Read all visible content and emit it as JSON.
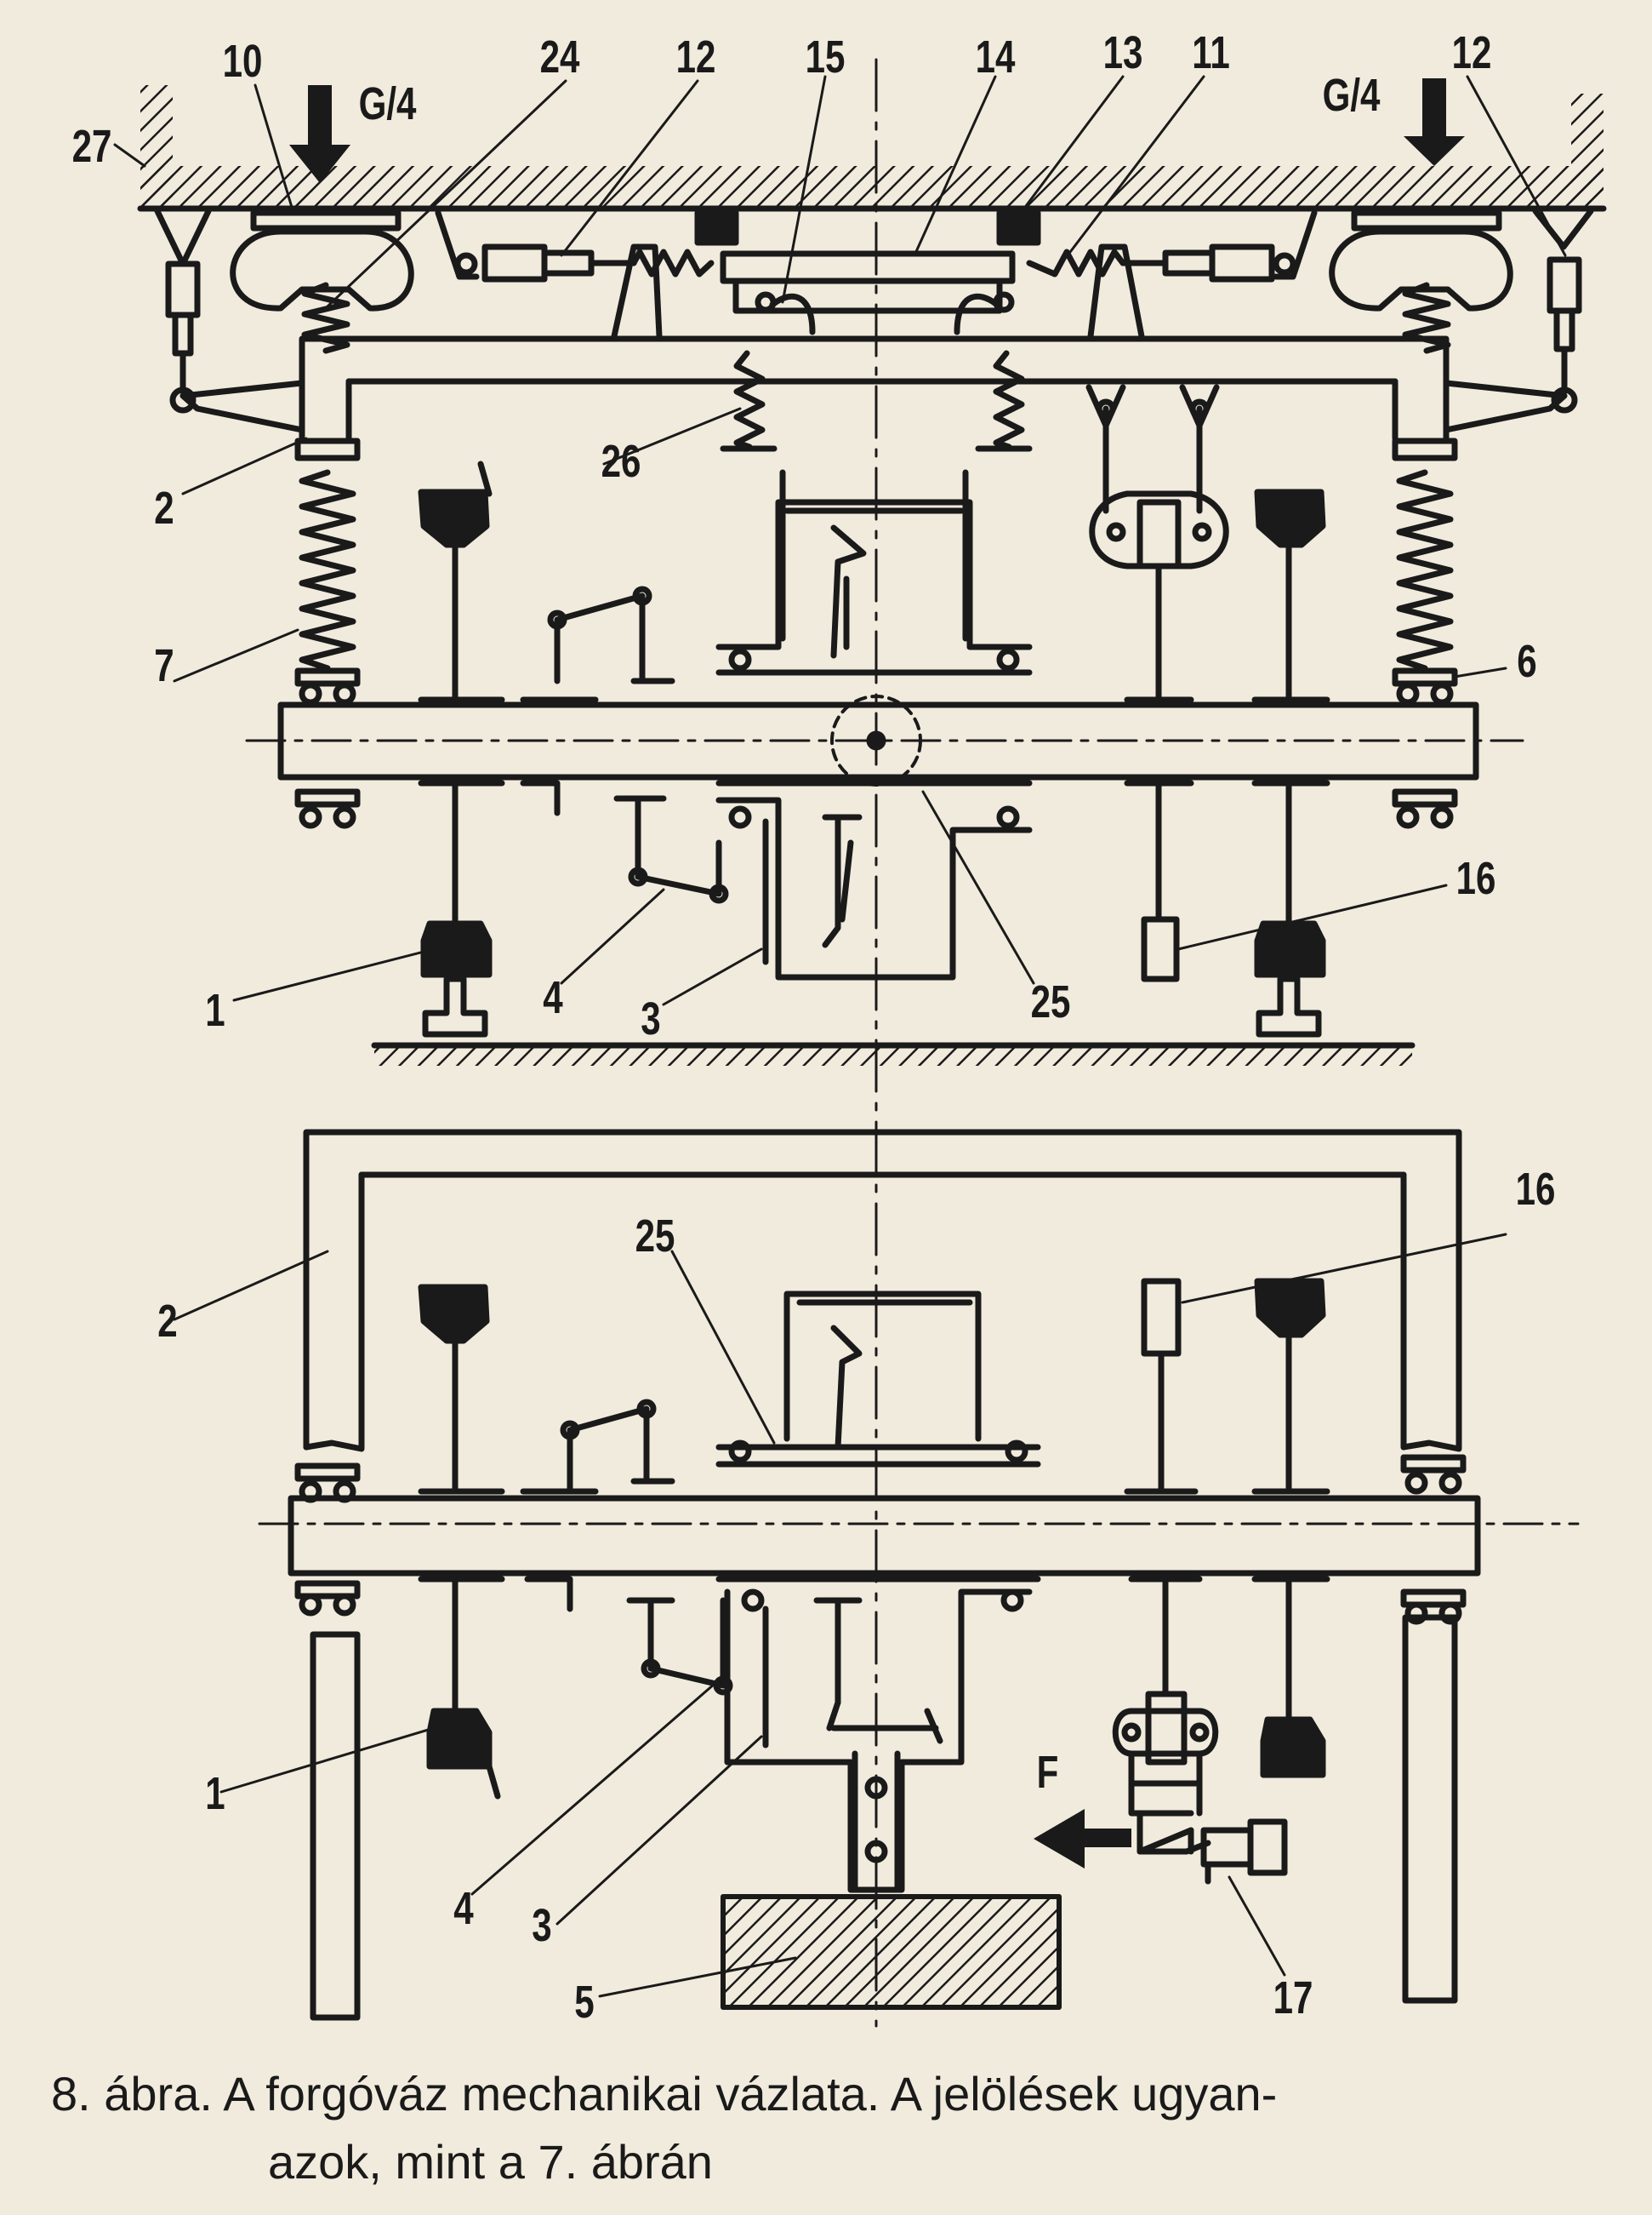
{
  "caption": {
    "line1": "8. ábra. A forgóváz mechanikai vázlata. A jelölések ugyan-",
    "line2": "azok, mint a 7. ábrán"
  },
  "labels": {
    "top": {
      "n10": "10",
      "n24": "24",
      "n12a": "12",
      "n15": "15",
      "n14": "14",
      "n13": "13",
      "n11": "11",
      "n12b": "12",
      "n27": "27",
      "load_left": "G/4",
      "load_right": "G/4",
      "n2": "2",
      "n26": "26",
      "n7": "7",
      "n6": "6",
      "n16": "16",
      "n1": "1",
      "n4": "4",
      "n3": "3",
      "n25": "25"
    },
    "bottom": {
      "n16": "16",
      "n25": "25",
      "n2": "2",
      "n1": "1",
      "n4": "4",
      "n3": "3",
      "n5": "5",
      "n17": "17",
      "force": "F"
    }
  },
  "colors": {
    "ink": "#1a1a1a",
    "paper": "#f1ebdd"
  }
}
